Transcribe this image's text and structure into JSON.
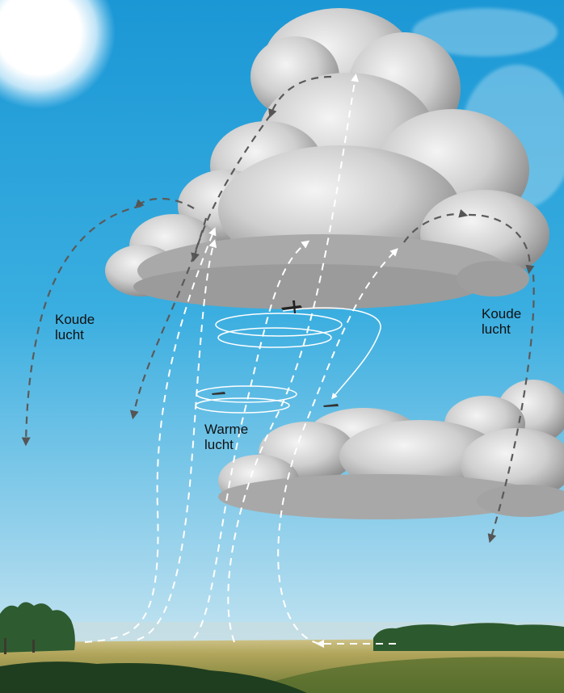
{
  "labels": {
    "cold_air_left": [
      "Koude",
      "lucht"
    ],
    "cold_air_right": [
      "Koude",
      "lucht"
    ],
    "warm_air": [
      "Warme",
      "lucht"
    ]
  },
  "colors": {
    "sky_top": "#1f9ad6",
    "sky_bottom": "#bfe3f1",
    "cloud_light": "#e6e6e6",
    "cloud_shadow": "#8e8e8e",
    "warm_arrows": "#ffffff",
    "cold_arrows": "#5a5a5a",
    "field": "#a99d55",
    "trees": "#2f5a2c"
  },
  "icons": [
    "sun-icon",
    "glider-icon"
  ]
}
